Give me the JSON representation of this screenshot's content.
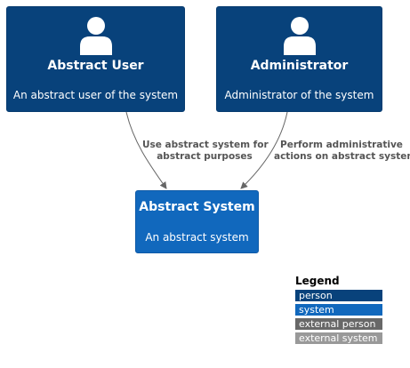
{
  "nodes": {
    "abstract_user": {
      "title": "Abstract User",
      "description": "An abstract user of the system",
      "icon": "person-icon"
    },
    "administrator": {
      "title": "Administrator",
      "description": "Administrator of the system",
      "icon": "person-icon"
    },
    "abstract_system": {
      "title": "Abstract System",
      "description": "An abstract system"
    }
  },
  "relationships": {
    "user_to_system": {
      "line1": "Use abstract system for",
      "line2": "abstract purposes"
    },
    "admin_to_system": {
      "line1": "Perform administrative",
      "line2": "actions on abstract system"
    }
  },
  "legend": {
    "title": "Legend",
    "items": [
      {
        "label": "person",
        "color": "#08427b",
        "text_color": "#ffffff"
      },
      {
        "label": "system",
        "color": "#1168bd",
        "text_color": "#ffffff"
      },
      {
        "label": "external person",
        "color": "#686868",
        "text_color": "#ffffff"
      },
      {
        "label": "external system",
        "color": "#999999",
        "text_color": "#ffffff"
      }
    ]
  },
  "colors": {
    "person": "#08427b",
    "system": "#1168bd",
    "edge": "#666666",
    "edge_label": "#555555"
  }
}
